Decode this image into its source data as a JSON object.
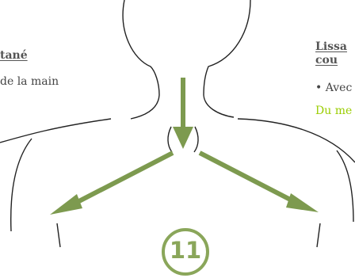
{
  "left_panel": {
    "heading_fragment": "tané",
    "body_fragment": "de la main"
  },
  "right_panel": {
    "heading_line1": "Lissa",
    "heading_line2": "cou",
    "bullet_fragment": "• Avec",
    "green_fragment": "Du me"
  },
  "step": {
    "number": "11"
  },
  "colors": {
    "arrow": "#7d9a4f",
    "outline": "#222222",
    "step_circle": "#8aa65a",
    "green_text": "#9acd00"
  }
}
